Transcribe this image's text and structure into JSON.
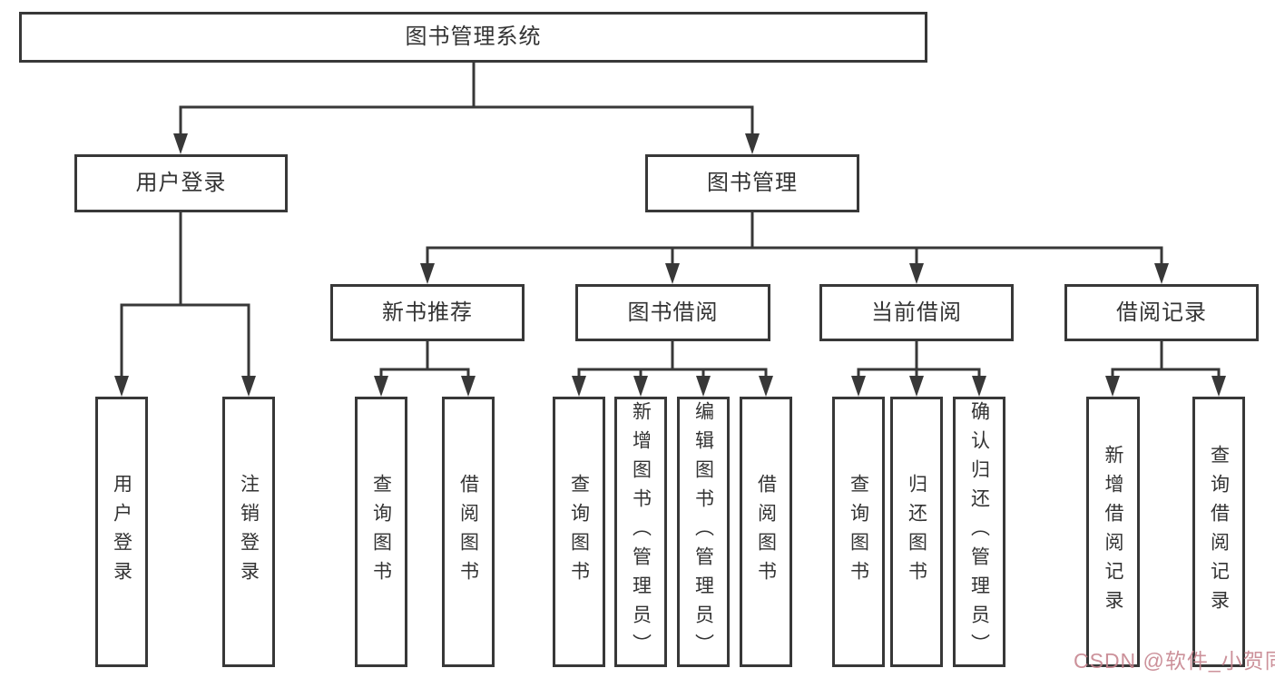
{
  "diagram_title": "图书管理系统",
  "nodes": {
    "root": "图书管理系统",
    "user_login": "用户登录",
    "book_mgmt": "图书管理",
    "new_book_rec": "新书推荐",
    "book_borrow": "图书借阅",
    "current_borrow": "当前借阅",
    "borrow_record": "借阅记录",
    "leaf_user_login": "用户登录",
    "leaf_logout_login": "注销登录",
    "leaf_query_book_a": "查询图书",
    "leaf_borrow_book_a": "借阅图书",
    "leaf_query_book_b": "查询图书",
    "leaf_add_book_admin": "新增图书（管理员）",
    "leaf_edit_book_admin": "编辑图书（管理员）",
    "leaf_borrow_book_b": "借阅图书",
    "leaf_query_book_c": "查询图书",
    "leaf_return_book": "归还图书",
    "leaf_confirm_return_admin": "确认归还（管理员）",
    "leaf_add_borrow_record": "新增借阅记录",
    "leaf_query_borrow_record": "查询借阅记录"
  },
  "hierarchy": {
    "图书管理系统": [
      "用户登录",
      "图书管理"
    ],
    "用户登录": [
      "用户登录",
      "注销登录"
    ],
    "图书管理": [
      "新书推荐",
      "图书借阅",
      "当前借阅",
      "借阅记录"
    ],
    "新书推荐": [
      "查询图书",
      "借阅图书"
    ],
    "图书借阅": [
      "查询图书",
      "新增图书（管理员）",
      "编辑图书（管理员）",
      "借阅图书"
    ],
    "当前借阅": [
      "查询图书",
      "归还图书",
      "确认归还（管理员）"
    ],
    "借阅记录": [
      "新增借阅记录",
      "查询借阅记录"
    ]
  },
  "watermark": {
    "text": "CSDN @软件_小贺同学",
    "color": "#c5828d"
  },
  "colors": {
    "line": "#383838",
    "box_border": "#383838",
    "text": "#333333",
    "background": "#ffffff"
  }
}
